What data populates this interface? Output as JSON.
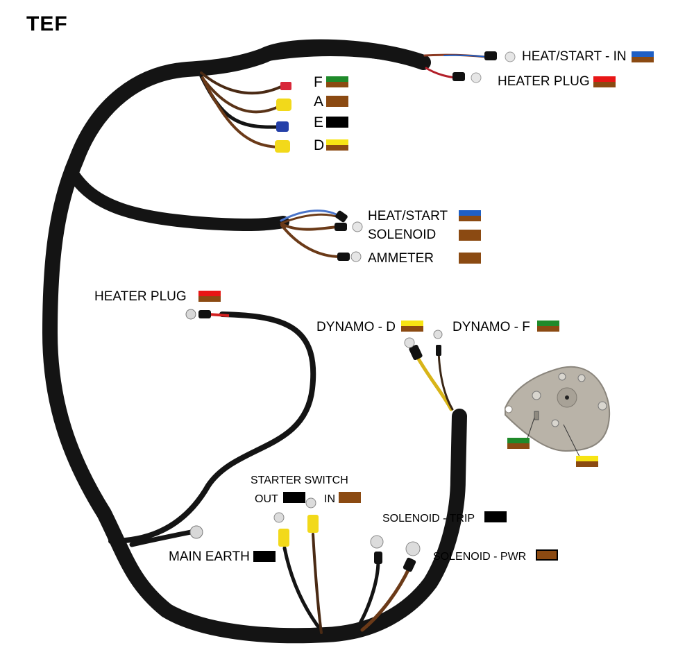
{
  "title": "TEF",
  "colors": {
    "blue": "#1f5fc4",
    "brown": "#8b4a12",
    "red": "#e81616",
    "green": "#1f8a2a",
    "yellow": "#f7e414",
    "black": "#000000",
    "sleeve": "#141414",
    "terminal_yellow": "#f2d91a",
    "terminal_red": "#d8283a",
    "terminal_blue": "#2540a8",
    "metal": "#c8c8c8"
  },
  "labels": [
    {
      "id": "heat-start-in",
      "text": "HEAT/START - IN",
      "code": [
        "blue",
        "brown"
      ]
    },
    {
      "id": "heater-plug-top",
      "text": "HEATER PLUG",
      "code": [
        "red",
        "brown"
      ]
    },
    {
      "id": "terminal-f",
      "text": "F",
      "code": [
        "green",
        "brown"
      ]
    },
    {
      "id": "terminal-a",
      "text": "A",
      "code": [
        "brown"
      ]
    },
    {
      "id": "terminal-e",
      "text": "E",
      "code": [
        "black"
      ]
    },
    {
      "id": "terminal-d",
      "text": "D",
      "code": [
        "yellow",
        "brown"
      ]
    },
    {
      "id": "heat-start",
      "text": "HEAT/START",
      "code": [
        "blue",
        "brown"
      ]
    },
    {
      "id": "solenoid",
      "text": "SOLENOID",
      "code": [
        "brown"
      ]
    },
    {
      "id": "ammeter",
      "text": "AMMETER",
      "code": [
        "brown"
      ]
    },
    {
      "id": "heater-plug-mid",
      "text": "HEATER PLUG",
      "code": [
        "red",
        "brown"
      ]
    },
    {
      "id": "dynamo-d",
      "text": "DYNAMO - D",
      "code": [
        "yellow",
        "brown"
      ]
    },
    {
      "id": "dynamo-f",
      "text": "DYNAMO - F",
      "code": [
        "green",
        "brown"
      ]
    },
    {
      "id": "starter-switch",
      "text": "STARTER SWITCH",
      "code": []
    },
    {
      "id": "starter-out",
      "text": "OUT",
      "code": [
        "black"
      ]
    },
    {
      "id": "starter-in",
      "text": "IN",
      "code": [
        "brown"
      ]
    },
    {
      "id": "solenoid-trip",
      "text": "SOLENOID - TRIP",
      "code": [
        "black"
      ]
    },
    {
      "id": "solenoid-pwr",
      "text": "SOLENOID - PWR",
      "code": [
        "brown"
      ]
    },
    {
      "id": "main-earth",
      "text": "MAIN EARTH",
      "code": [
        "black"
      ]
    }
  ],
  "regulator_codes": {
    "left": [
      "green",
      "brown"
    ],
    "right": [
      "yellow",
      "brown"
    ]
  }
}
